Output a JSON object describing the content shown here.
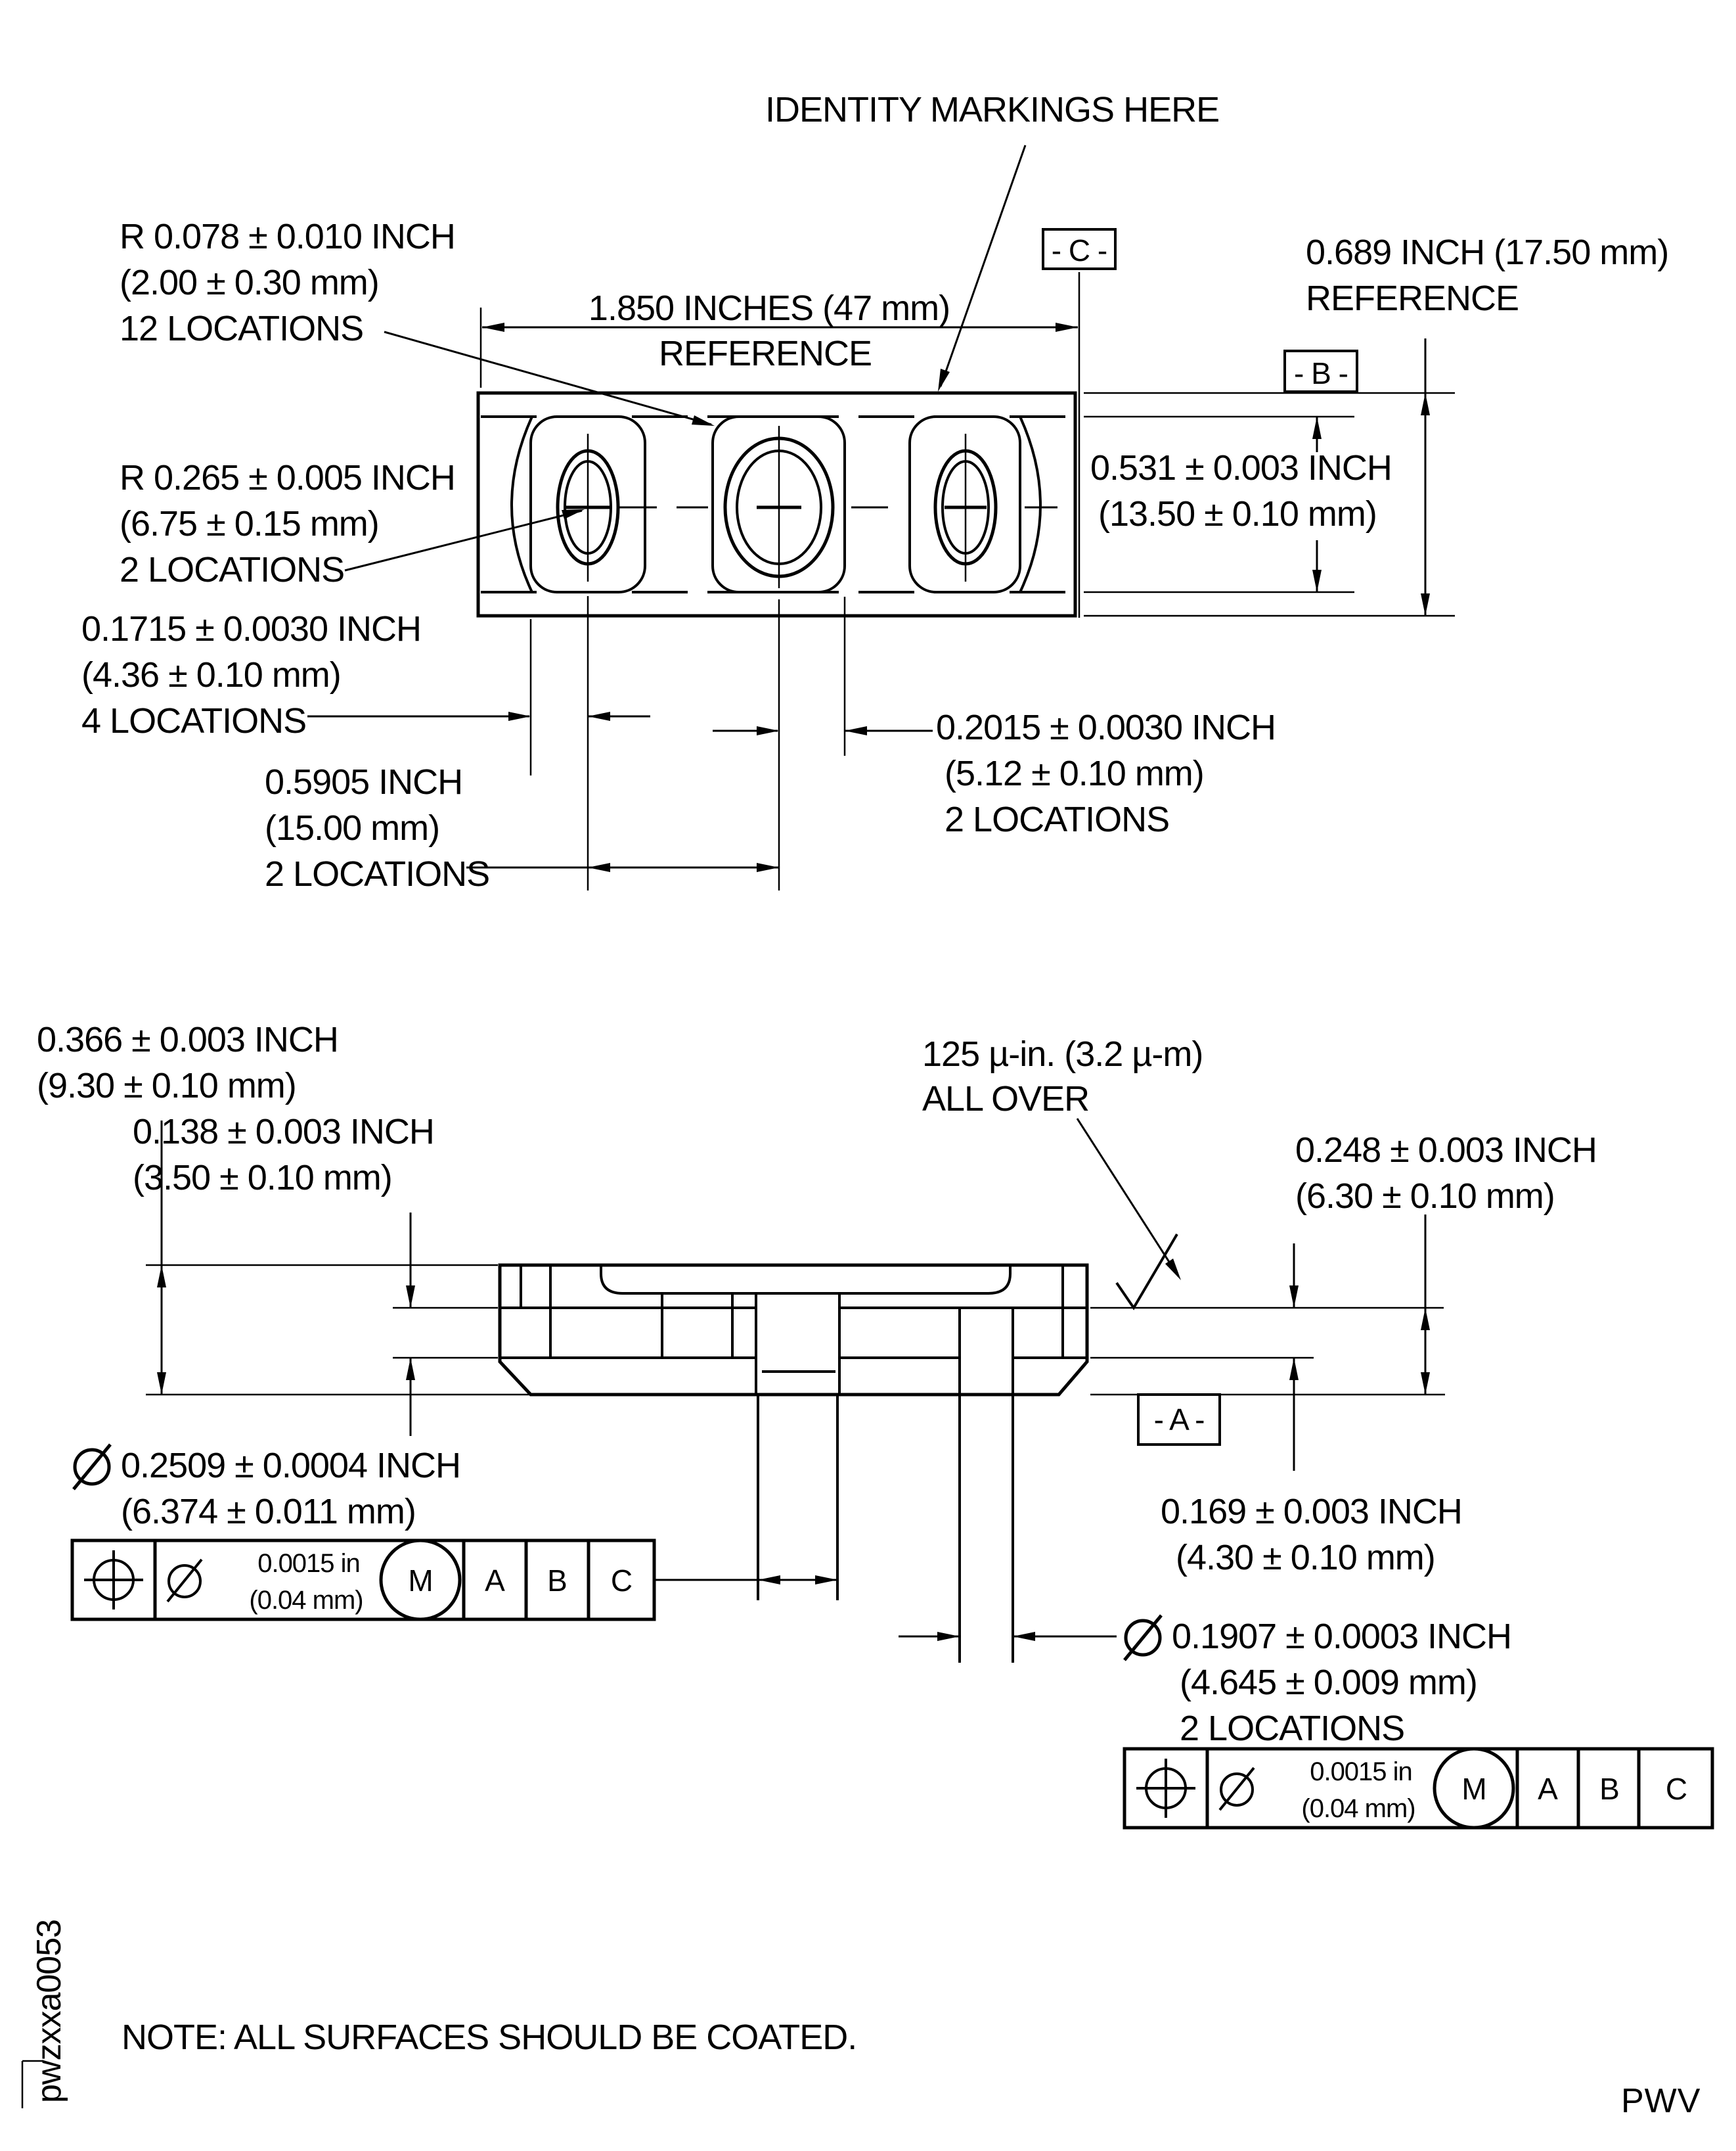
{
  "title": "IDENTITY MARKINGS HERE",
  "top_view": {
    "corner_radius": {
      "l1": "R 0.078 ± 0.010 INCH",
      "l2": "(2.00 ± 0.30 mm)",
      "l3": "12 LOCATIONS"
    },
    "width_ref": {
      "l1": "1.850 INCHES (47 mm)",
      "l2": "REFERENCE"
    },
    "height_ref": {
      "l1": "0.689 INCH (17.50 mm)",
      "l2": "REFERENCE"
    },
    "end_radius": {
      "l1": "R 0.265 ± 0.005 INCH",
      "l2": "(6.75 ± 0.15 mm)",
      "l3": "2 LOCATIONS"
    },
    "inner_height": {
      "l1": "0.531 ± 0.003 INCH",
      "l2": "(13.50 ± 0.10 mm)"
    },
    "edge_to_center": {
      "l1": "0.1715 ± 0.0030 INCH",
      "l2": "(4.36 ± 0.10 mm)",
      "l3": "4 LOCATIONS"
    },
    "center_to_edge": {
      "l1": "0.2015 ± 0.0030 INCH",
      "l2": "(5.12 ± 0.10 mm)",
      "l3": "2 LOCATIONS"
    },
    "pitch": {
      "l1": "0.5905 INCH",
      "l2": "(15.00 mm)",
      "l3": "2 LOCATIONS"
    },
    "datum_b": "- B -",
    "datum_c": "- C -"
  },
  "section_view": {
    "total_height": {
      "l1": "0.366 ± 0.003 INCH",
      "l2": "(9.30 ± 0.10 mm)"
    },
    "lid_step": {
      "l1": "0.138 ± 0.003 INCH",
      "l2": "(3.50 ± 0.10 mm)"
    },
    "surface_finish": {
      "l1": "125 µ-in. (3.2 µ-m)",
      "l2": "ALL OVER"
    },
    "flange_height": {
      "l1": "0.248 ± 0.003 INCH",
      "l2": "(6.30 ± 0.10 mm)"
    },
    "base_step": {
      "l1": "0.169 ± 0.003 INCH",
      "l2": "(4.30 ± 0.10 mm)"
    },
    "datum_a": "- A -",
    "center_pin": {
      "l1": "0.2509 ± 0.0004 INCH",
      "l2": "(6.374 ± 0.011 mm)"
    },
    "outer_pin": {
      "l1": "0.1907 ± 0.0003 INCH",
      "l2": "(4.645 ± 0.009 mm)",
      "l3": "2 LOCATIONS"
    },
    "fcf": {
      "tol1": "0.0015 in",
      "tol2": "(0.04 mm)",
      "modifier": "M",
      "d1": "A",
      "d2": "B",
      "d3": "C"
    }
  },
  "footer": {
    "note": "NOTE: ALL SURFACES SHOULD BE COATED.",
    "doc_id": "pwzxxa0053",
    "sig": "PWV"
  }
}
